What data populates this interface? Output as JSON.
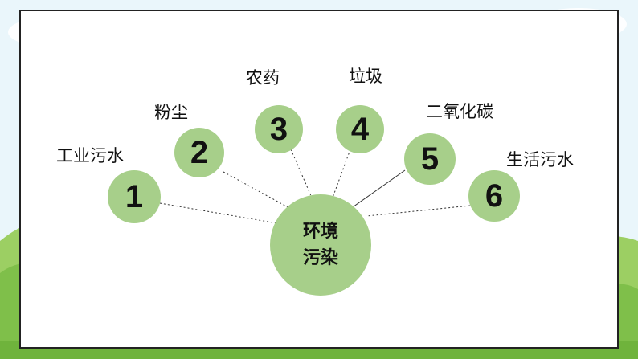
{
  "center": {
    "line1": "环境",
    "line2": "污染"
  },
  "items": [
    {
      "number": "1",
      "label": "工业污水"
    },
    {
      "number": "2",
      "label": "粉尘"
    },
    {
      "number": "3",
      "label": "农药"
    },
    {
      "number": "4",
      "label": "垃圾"
    },
    {
      "number": "5",
      "label": "二氧化碳"
    },
    {
      "number": "6",
      "label": "生活污水"
    }
  ],
  "colors": {
    "node_fill": "#a7cf8a",
    "frame_border": "#222222",
    "sky": "#eaf6fb",
    "grass": "#7fbf4a"
  }
}
